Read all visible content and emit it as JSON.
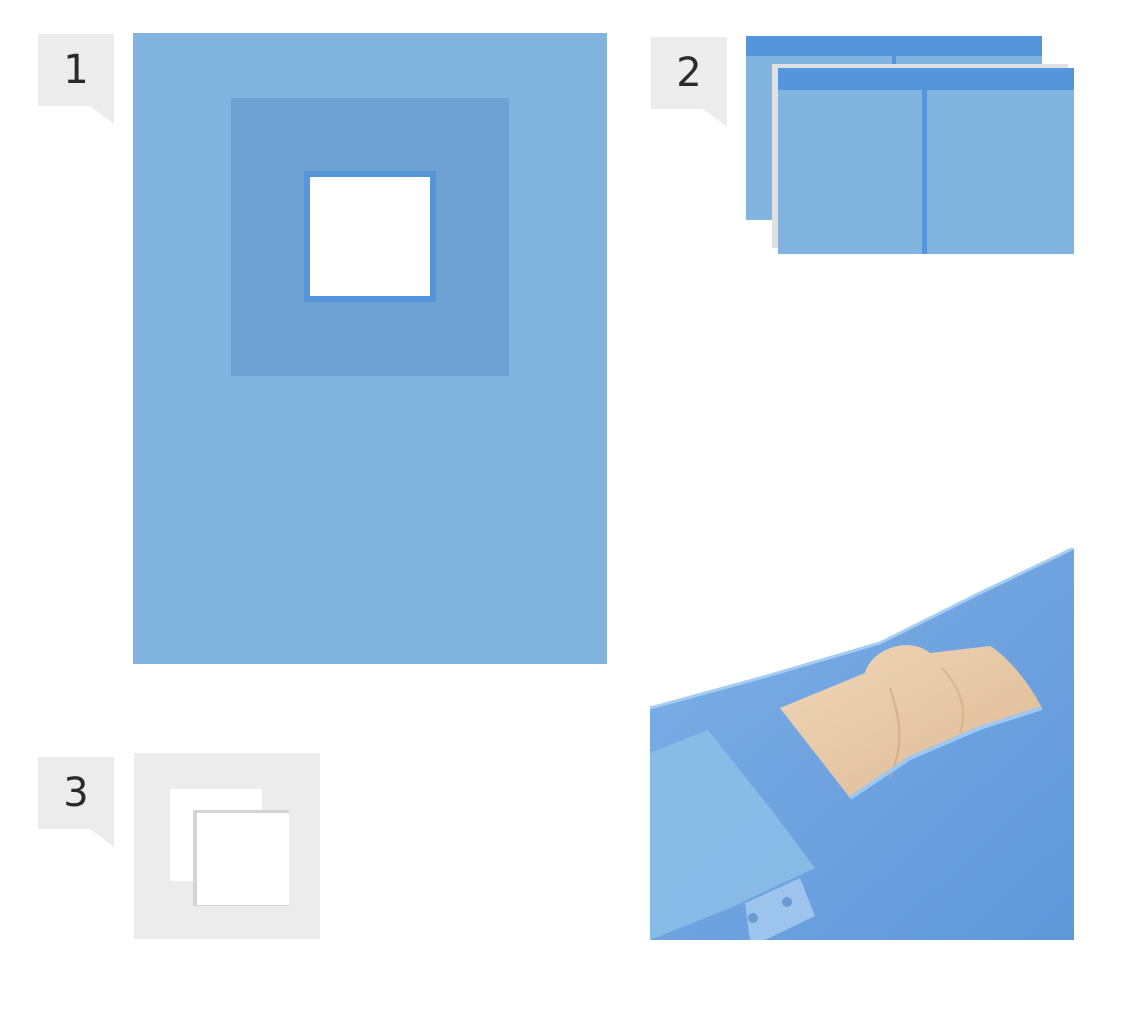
{
  "badges": {
    "one": "1",
    "two": "2",
    "three": "3"
  },
  "colors": {
    "drape_light": "#82b4e0",
    "drape_reinforced": "#6ea2d2",
    "drape_edge": "#5595dc",
    "fenestration": "#ffffff",
    "badge_bg": "#ececec",
    "badge_text": "#2a2a2a",
    "skin": "#e9c9a5"
  },
  "items": [
    {
      "number": "1",
      "shape": "fenestrated-drape"
    },
    {
      "number": "2",
      "shape": "folded-towel-pair"
    },
    {
      "number": "3",
      "shape": "gauze-swabs"
    }
  ],
  "photo": {
    "icon": "draped-patient-torso"
  }
}
